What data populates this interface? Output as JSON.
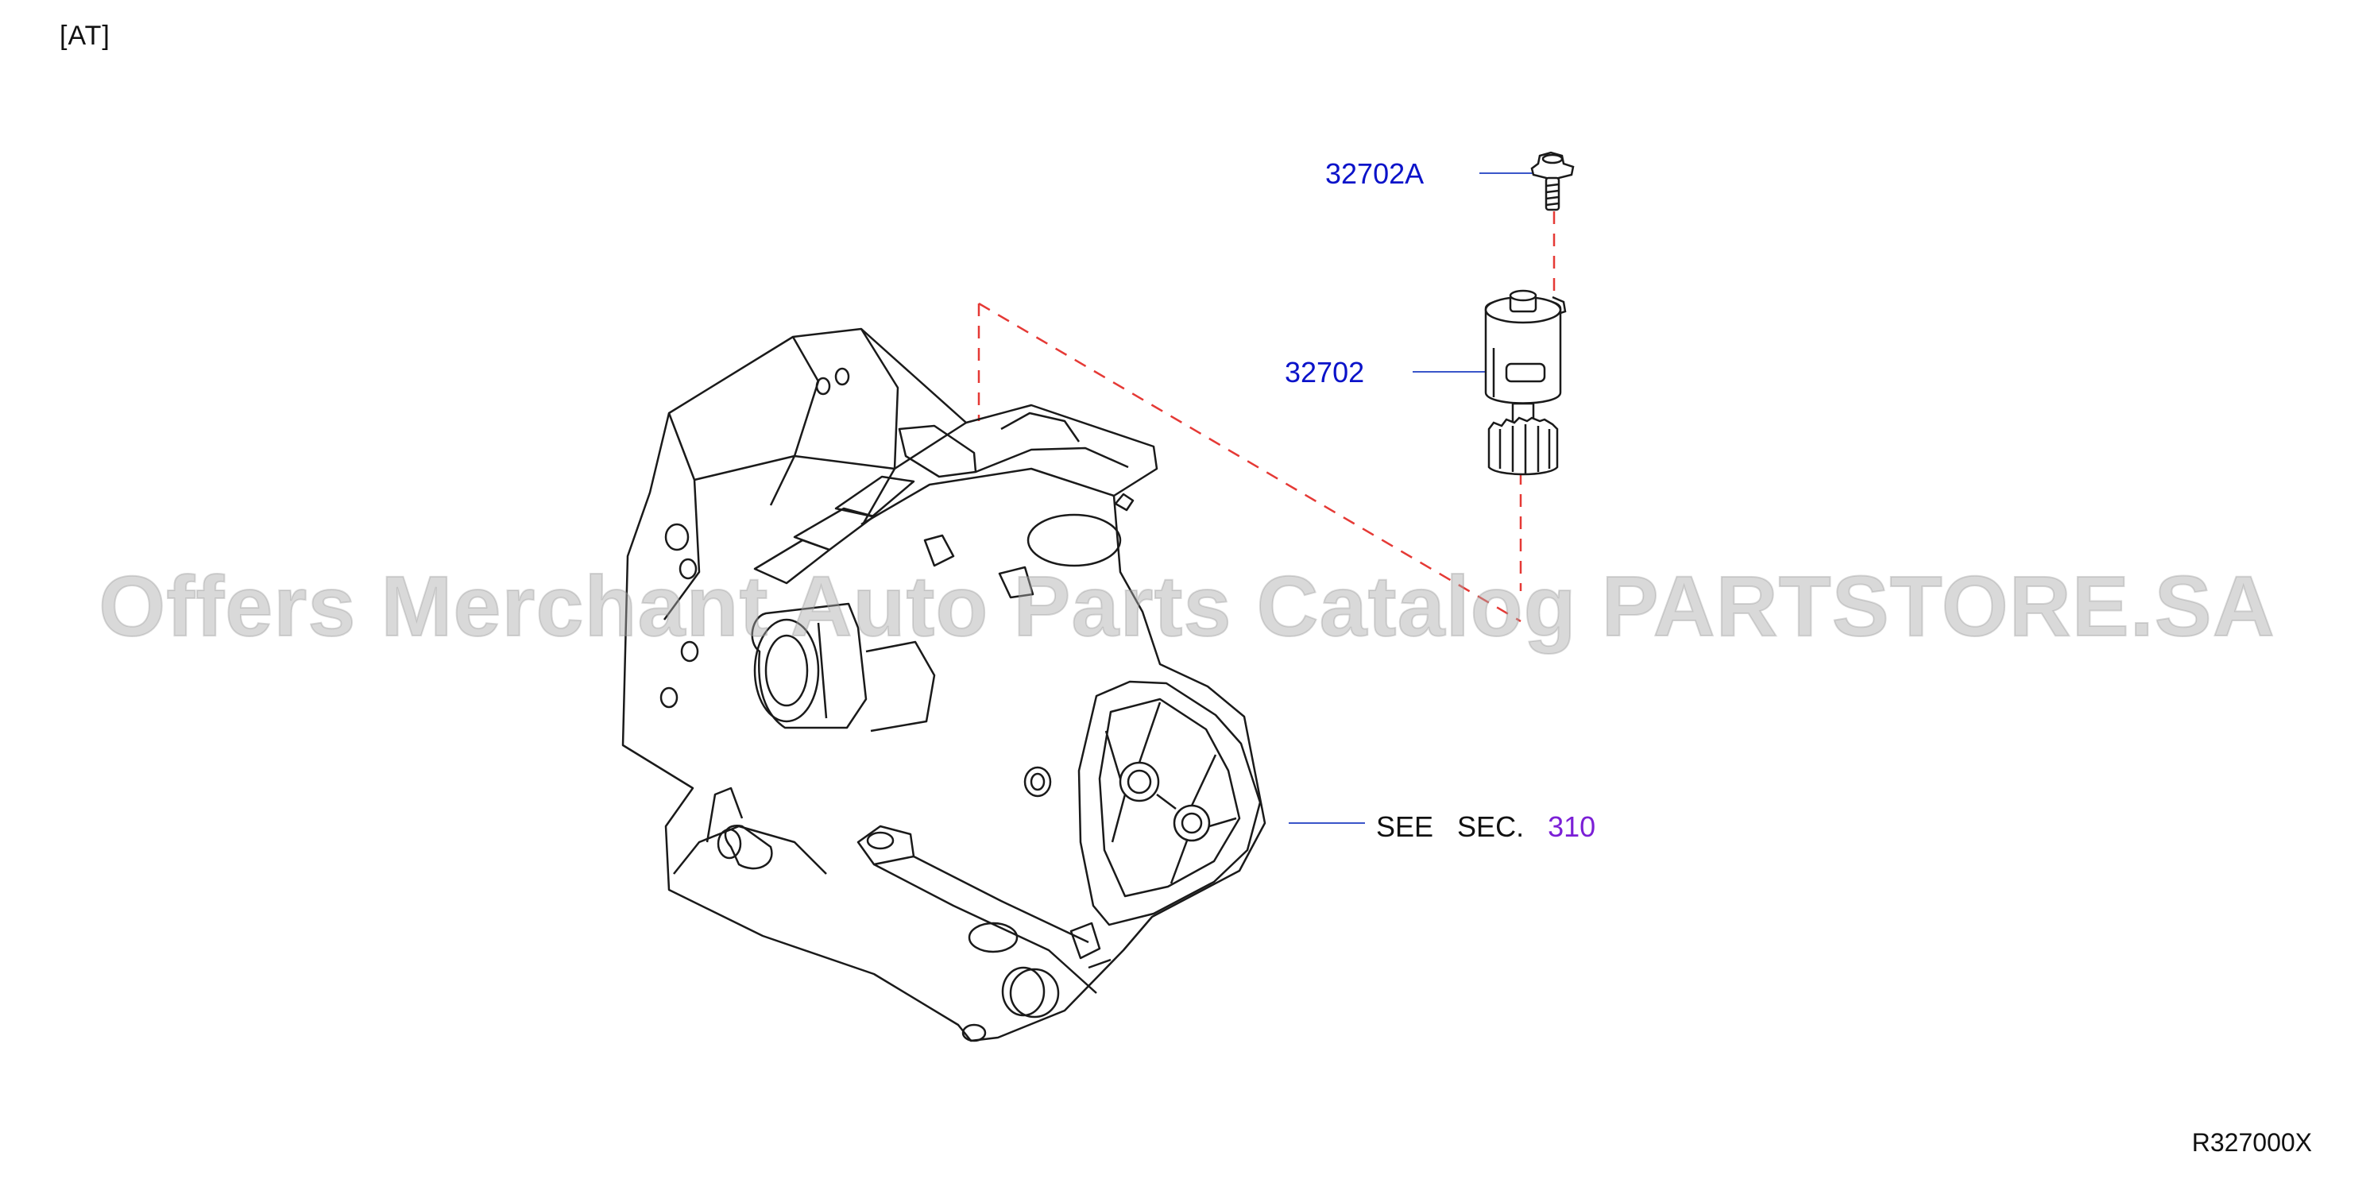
{
  "header": {
    "tag": "[AT]"
  },
  "callouts": {
    "bolt": "32702A",
    "sensor": "32702",
    "see_prefix": "SEE   SEC.   ",
    "see_section": "310"
  },
  "watermark": "Offers Merchant Auto Parts Catalog PARTSTORE.SA",
  "footer": {
    "diagram_code": "R327000X"
  },
  "colors": {
    "callout_text": "#0b13c9",
    "section_ref": "#7b1fd6",
    "leader_line": "#3a55c9",
    "dashed_line": "#e53935",
    "drawing": "#1a1a1a"
  },
  "icons": [
    "bolt-icon",
    "speed-sensor-icon",
    "transaxle-drawing"
  ]
}
